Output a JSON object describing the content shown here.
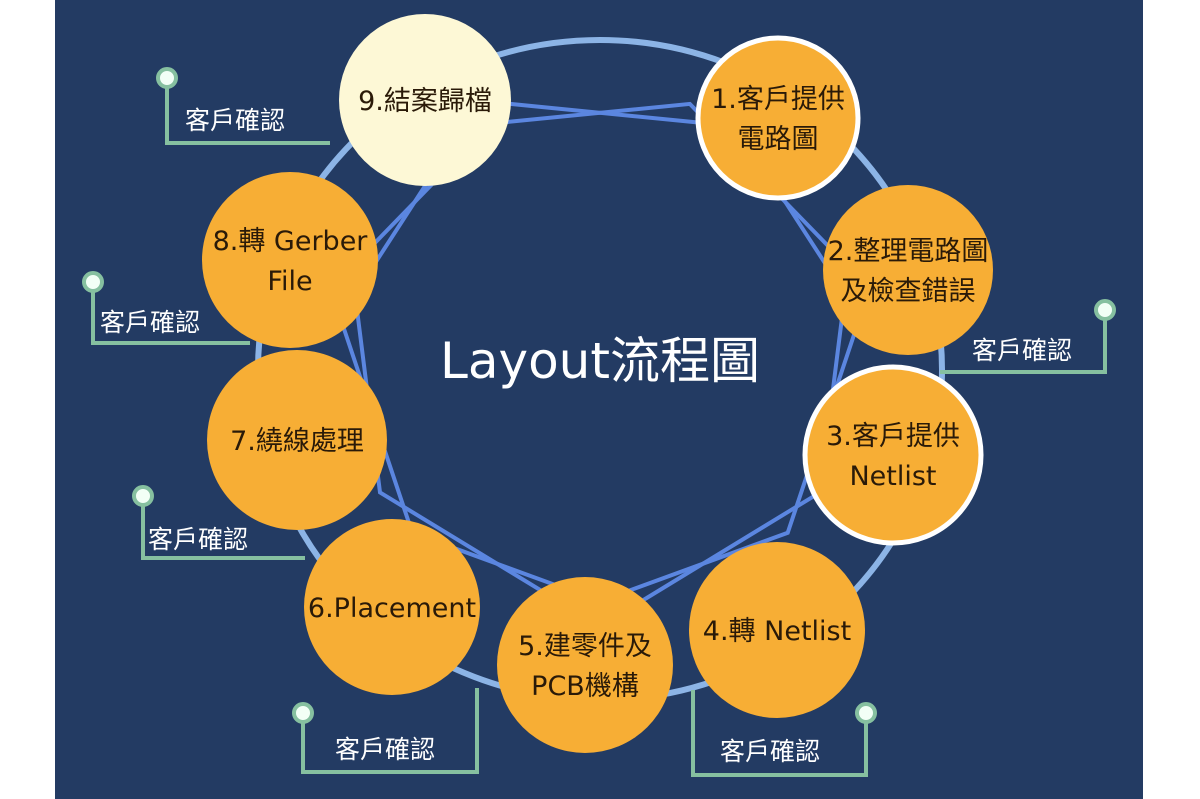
{
  "title": "Layout流程圖",
  "confirm_label": "客戶確認",
  "steps": [
    {
      "lines": [
        "1.客戶提供",
        "電路圖"
      ]
    },
    {
      "lines": [
        "2.整理電路圖",
        "及檢查錯誤"
      ]
    },
    {
      "lines": [
        "3.客戶提供",
        "Netlist"
      ]
    },
    {
      "lines": [
        "4.轉 Netlist"
      ]
    },
    {
      "lines": [
        "5.建零件及",
        "PCB機構"
      ]
    },
    {
      "lines": [
        "6.Placement"
      ]
    },
    {
      "lines": [
        "7.繞線處理"
      ]
    },
    {
      "lines": [
        "8.轉 Gerber",
        "File"
      ]
    },
    {
      "lines": [
        "9.結案歸檔"
      ]
    }
  ],
  "colors": {
    "background": "#233b63",
    "step": "#f7ae35",
    "final_step": "#fdf8d6",
    "ring": "#8cb4e6",
    "star": "#5b86e0",
    "connector": "#86c0a0"
  }
}
